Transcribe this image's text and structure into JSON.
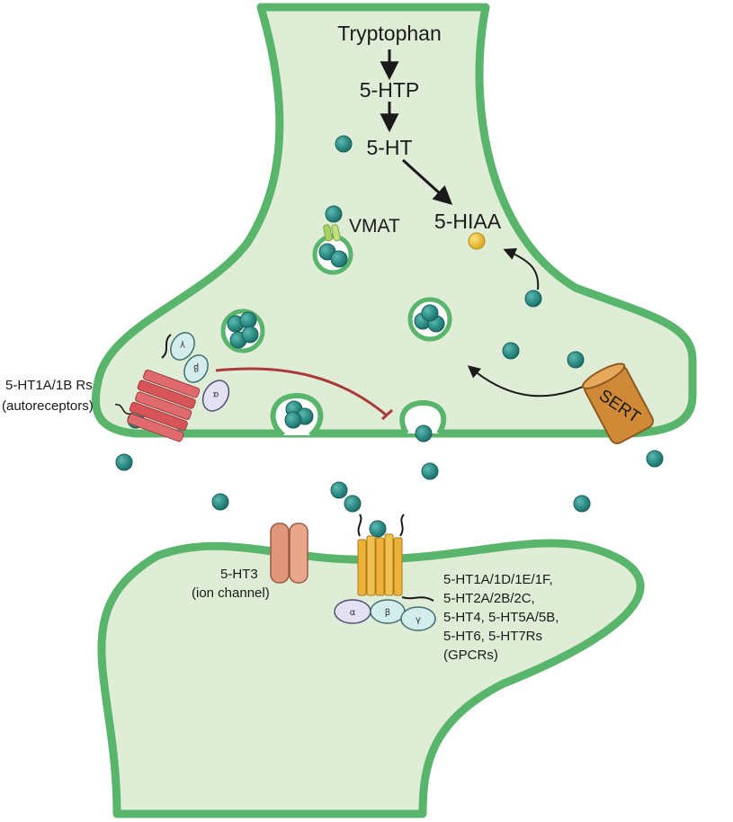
{
  "pathway": {
    "tryptophan": "Tryptophan",
    "htp": "5-HTP",
    "ht": "5-HT",
    "hiaa": "5-HIAA"
  },
  "presynaptic": {
    "vmat": "VMAT",
    "sert": "SERT",
    "autoreceptor_line1": "5-HT1A/1B Rs",
    "autoreceptor_line2": "(autoreceptors)",
    "autoreceptor_g_alpha": "α",
    "autoreceptor_g_beta": "β",
    "autoreceptor_g_gamma": "γ"
  },
  "postsynaptic": {
    "ion_channel_line1": "5-HT3",
    "ion_channel_line2": "(ion channel)",
    "gpcr_lines": [
      "5-HT1A/1D/1E/1F,",
      "5-HT2A/2B/2C,",
      "5-HT4, 5-HT5A/5B,",
      "5-HT6, 5-HT7Rs",
      "(GPCRs)"
    ],
    "g_alpha": "α",
    "g_beta": "β",
    "g_gamma": "γ"
  },
  "colors": {
    "cytoplasm": "#dfedd6",
    "membrane": "#58b56b",
    "serotonin": "#2c8d86",
    "metabolite": "#e8c030",
    "sert": "#d08a37",
    "ion_channel": "#e0967a",
    "gpcr": "#eeb23a",
    "autoreceptor": "#e06b6f",
    "vmat": "#a9d168",
    "inhibition": "#a93a3a"
  }
}
